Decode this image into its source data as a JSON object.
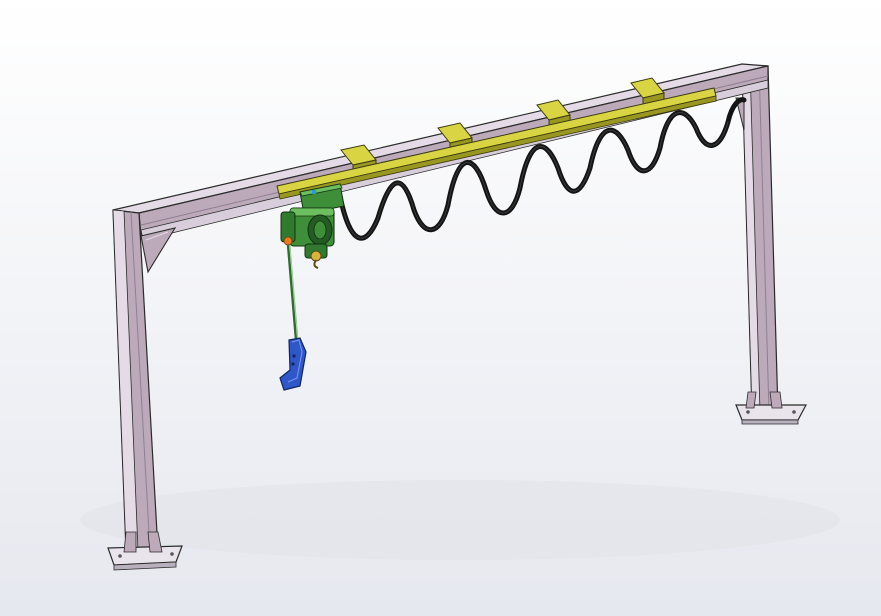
{
  "scene": {
    "background_top": "#ffffff",
    "background_bottom": "#e6e8ef",
    "frame_color": "#bcaabb",
    "frame_shade": "#8f7f92",
    "frame_light": "#e4dbe6",
    "rail_color": "#d9d542",
    "rail_shade": "#9a9622",
    "cable_color": "#141414",
    "hoist_color": "#3f8f3a",
    "hoist_shade": "#235c22",
    "pendant_color": "#2f57c9",
    "marker_color": "#f07a1a"
  },
  "parts": [
    "gantry-beam",
    "left-column",
    "right-column",
    "left-base-plate",
    "right-base-plate",
    "yellow-rail",
    "rail-hangers",
    "festoon-cable",
    "electric-hoist",
    "control-cable",
    "pendant-controller"
  ]
}
